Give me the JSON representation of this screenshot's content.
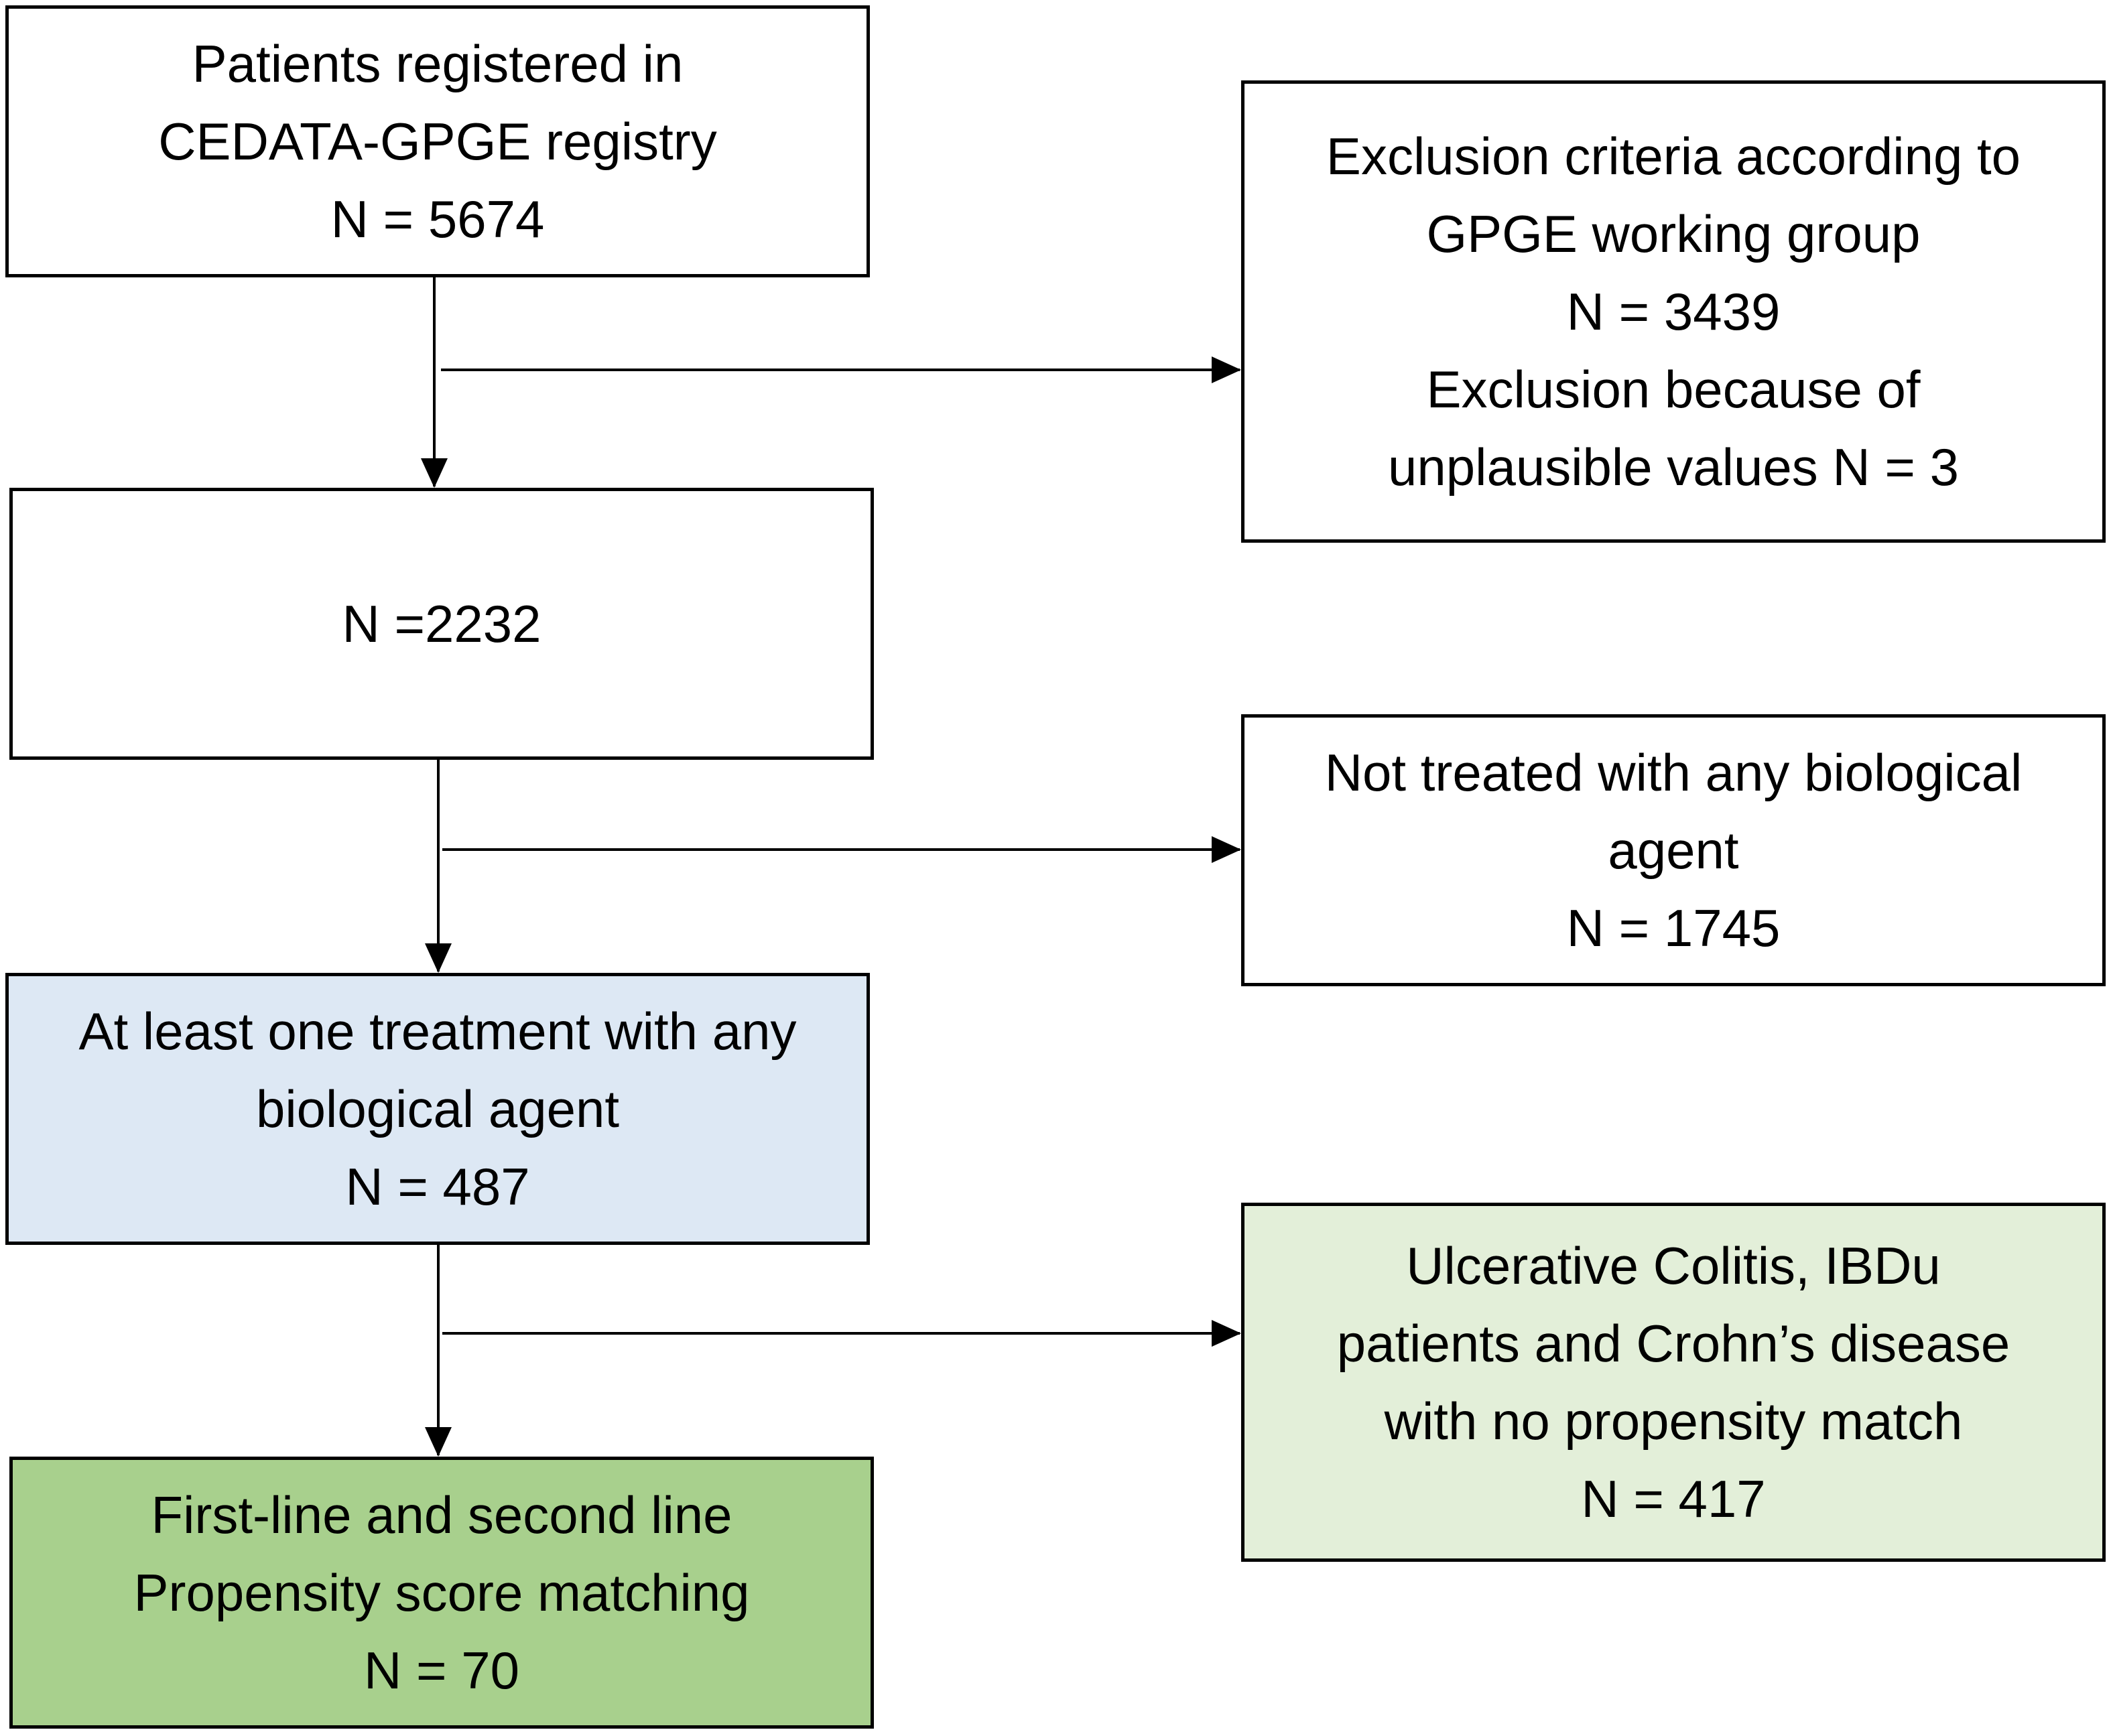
{
  "colors": {
    "border": "#000000",
    "text": "#000000",
    "plain_fill": "#ffffff",
    "biological_fill": "#dde8f4",
    "ulcerative_fill": "#e3efd9",
    "psm_fill": "#a8d08d"
  },
  "boxes": {
    "registered": {
      "lines": [
        "Patients registered in",
        "CEDATA-GPGE registry",
        "N = 5674"
      ]
    },
    "exclusion": {
      "lines": [
        "Exclusion criteria according to",
        "GPGE working group",
        "N = 3439",
        "Exclusion because of",
        "unplausible values N = 3"
      ]
    },
    "n2232": {
      "lines": [
        "N =2232"
      ]
    },
    "not_treated": {
      "lines": [
        "Not treated with any biological",
        "agent",
        "N = 1745"
      ]
    },
    "biological": {
      "lines": [
        "At least one treatment with any",
        "biological agent",
        "N = 487"
      ]
    },
    "ulcerative": {
      "lines": [
        "Ulcerative Colitis, IBDu",
        "patients and Crohn’s disease",
        "with no propensity match",
        "N = 417"
      ]
    },
    "psm": {
      "lines": [
        "First-line and second line",
        "Propensity score matching",
        "N = 70"
      ]
    }
  }
}
